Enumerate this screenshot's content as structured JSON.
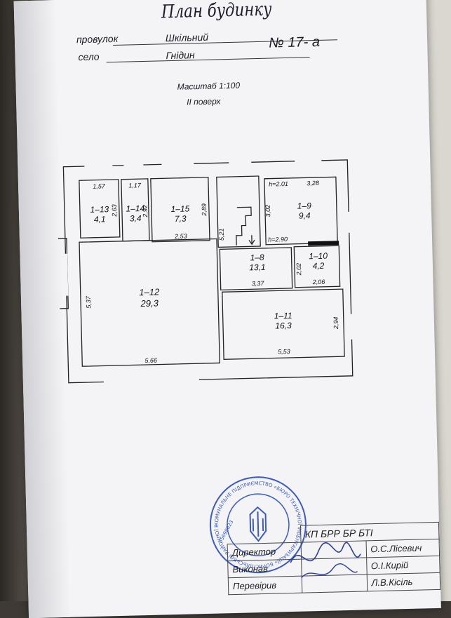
{
  "title": "План будинку",
  "fields": {
    "street_label": "провулок",
    "street_value": "Шкільний",
    "number": "№ 17- а",
    "village_label": "село",
    "village_value": "Гнідин"
  },
  "scale": "Масштаб  1:100",
  "floor": "II поверх",
  "rooms": [
    {
      "id": "1–13",
      "area": "4,1",
      "w": "1,57",
      "h": "2,63"
    },
    {
      "id": "1–14",
      "area": "3,4",
      "w": "1,17",
      "h": "2,92"
    },
    {
      "id": "1–15",
      "area": "7,3",
      "w": "2,53",
      "h": "2,89"
    },
    {
      "id": "1–9",
      "area": "9,4",
      "w": "3,28",
      "h": "3,02",
      "extra": "h=2.01"
    },
    {
      "id": "1–8",
      "area": "13,1",
      "w": "3,37",
      "h": "5,21",
      "extra": "h=2.90"
    },
    {
      "id": "1–10",
      "area": "4,2",
      "w": "2,06",
      "h": "2,02"
    },
    {
      "id": "1–12",
      "area": "29,3",
      "w": "5,66",
      "h": "5,37"
    },
    {
      "id": "1–11",
      "area": "16,3",
      "w": "5,53",
      "h": "2,94"
    }
  ],
  "stamp": {
    "ring_text": "КОМУНАЛЬНЕ ПІДПРИЄМСТВО «БЮРО ТЕХНІЧНОЇ ІНВЕНТАРИЗАЦІЇ» БОРИСПІЛЬСЬКОЇ РАЙОННОЇ РАДИ • УКРАЇНА •",
    "code": "35698823"
  },
  "signature_table": {
    "org": "КП БРР БР БТІ",
    "rows": [
      {
        "role": "Директор",
        "name": "О.С.Лісевич"
      },
      {
        "role": "Виконав",
        "name": "О.І.Кирій"
      },
      {
        "role": "Перевірив",
        "name": "Л.В.Кісіль"
      }
    ]
  }
}
